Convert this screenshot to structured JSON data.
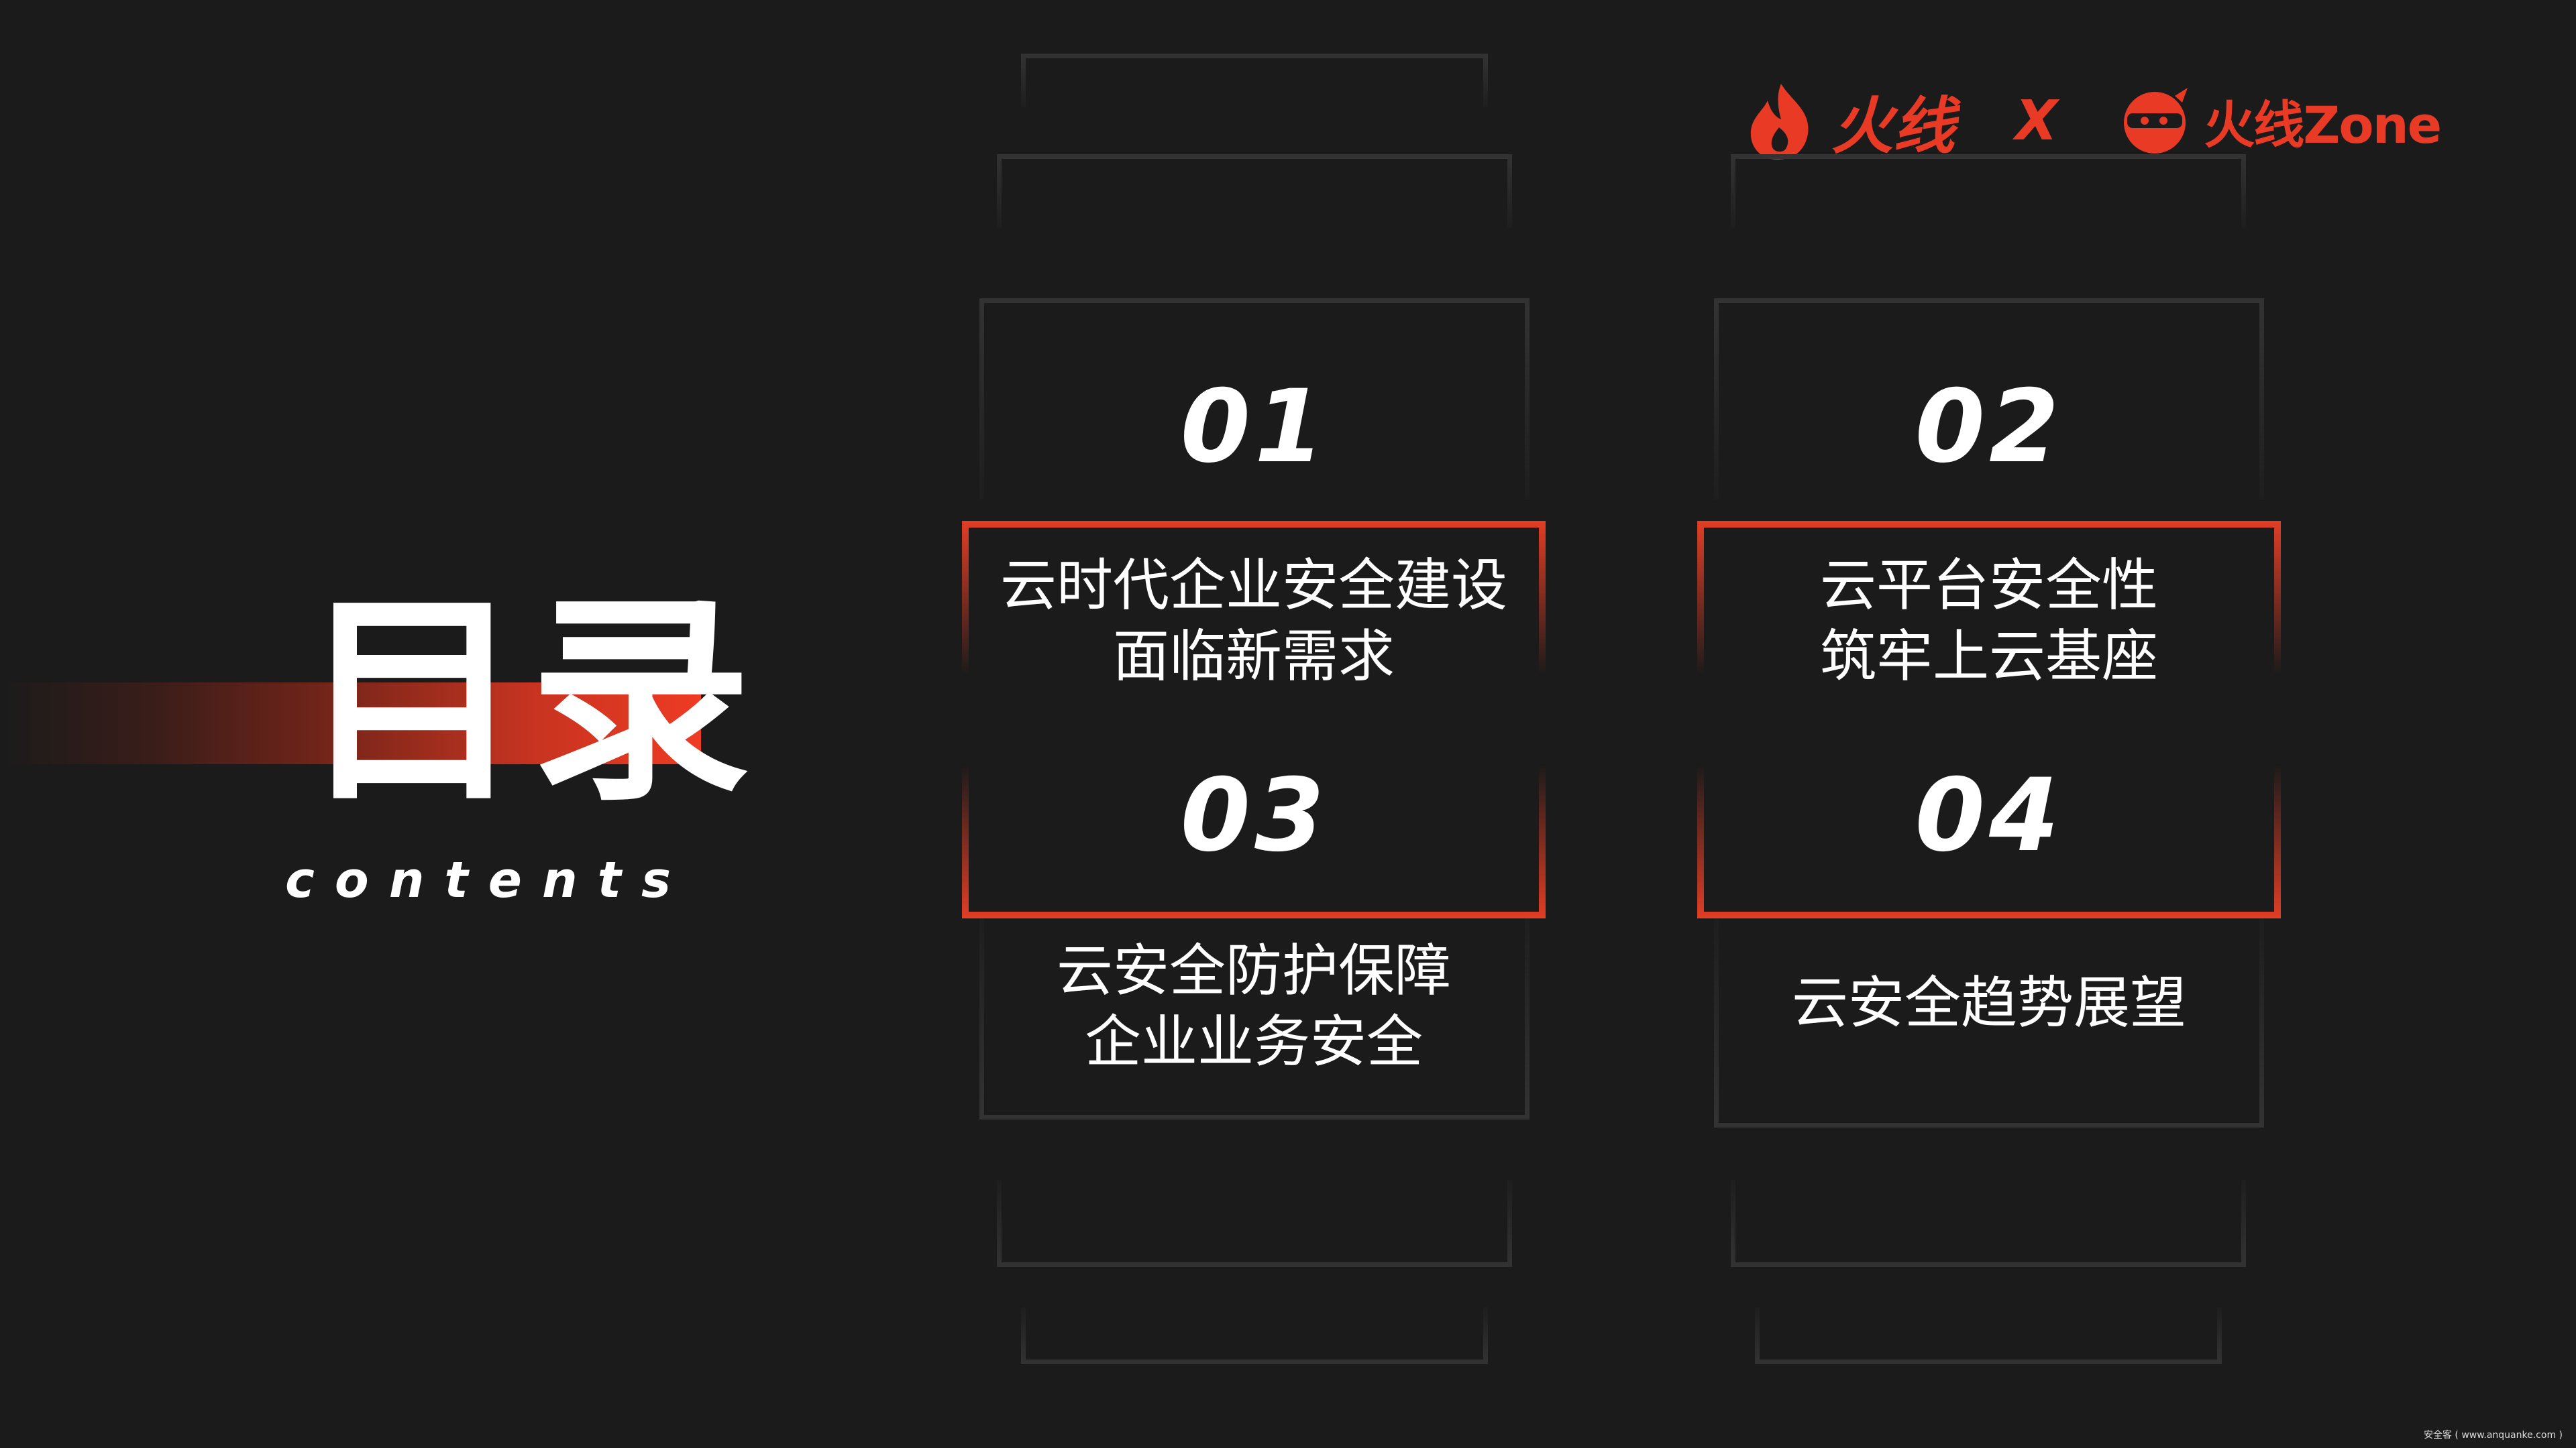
{
  "title": "目录",
  "subtitle": "contents",
  "brand": {
    "logo_left": "火线",
    "separator": "X",
    "logo_right": "火线Zone",
    "accent_color": "#e83a24"
  },
  "items": [
    {
      "number": "01",
      "lines": [
        "云时代企业安全建设",
        "面临新需求"
      ]
    },
    {
      "number": "02",
      "lines": [
        "云平台安全性",
        "筑牢上云基座"
      ]
    },
    {
      "number": "03",
      "lines": [
        "云安全防护保障",
        "企业业务安全"
      ]
    },
    {
      "number": "04",
      "lines": [
        "云安全趋势展望"
      ]
    }
  ],
  "footer": "安全客 ( www.anquanke.com )"
}
